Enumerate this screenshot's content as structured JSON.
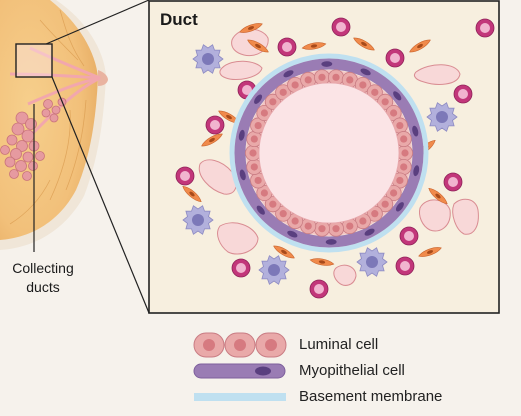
{
  "diagram": {
    "inset_title": "Duct",
    "callout_label_line1": "Collecting",
    "callout_label_line2": "ducts"
  },
  "legend": {
    "items": [
      {
        "label": "Luminal cell",
        "icon": "luminal-cell-icon"
      },
      {
        "label": "Myopithelial cell",
        "icon": "myoepithelial-cell-icon"
      },
      {
        "label": "Basement membrane",
        "icon": "basement-membrane-icon"
      }
    ]
  },
  "colors": {
    "background": "#f6f2ec",
    "inset_fill": "#f7efdf",
    "luminal": "#e9a9a9",
    "luminal_nucleus": "#d67a80",
    "myoepithelial": "#9a7cb4",
    "myoepithelial_nucleus": "#5a3f7f",
    "basement_membrane": "#bfe0f0",
    "lumen": "#fbe4e6",
    "breast_tissue": "#f2c47c",
    "lobule": "#e69aa0"
  }
}
